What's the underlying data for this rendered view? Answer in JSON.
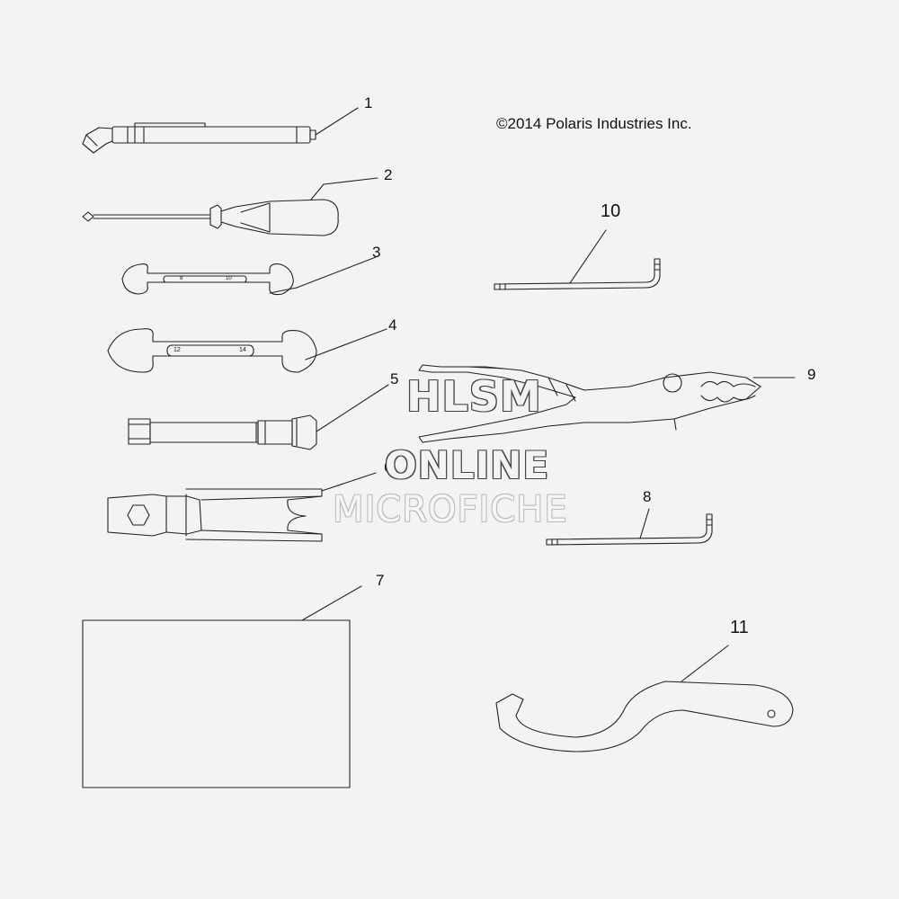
{
  "copyright": "©2014 Polaris Industries Inc.",
  "callouts": [
    "1",
    "2",
    "3",
    "4",
    "5",
    "6",
    "7",
    "8",
    "9",
    "10",
    "11"
  ],
  "wrench_small_markings": [
    "8",
    "10"
  ],
  "wrench_large_markings": [
    "12",
    "14"
  ],
  "watermark": {
    "line1": "HLSM",
    "line2": "ONLINE",
    "line3": "MICROFICHE"
  },
  "colors": {
    "background": "#f3f3f3",
    "line": "#222222"
  }
}
